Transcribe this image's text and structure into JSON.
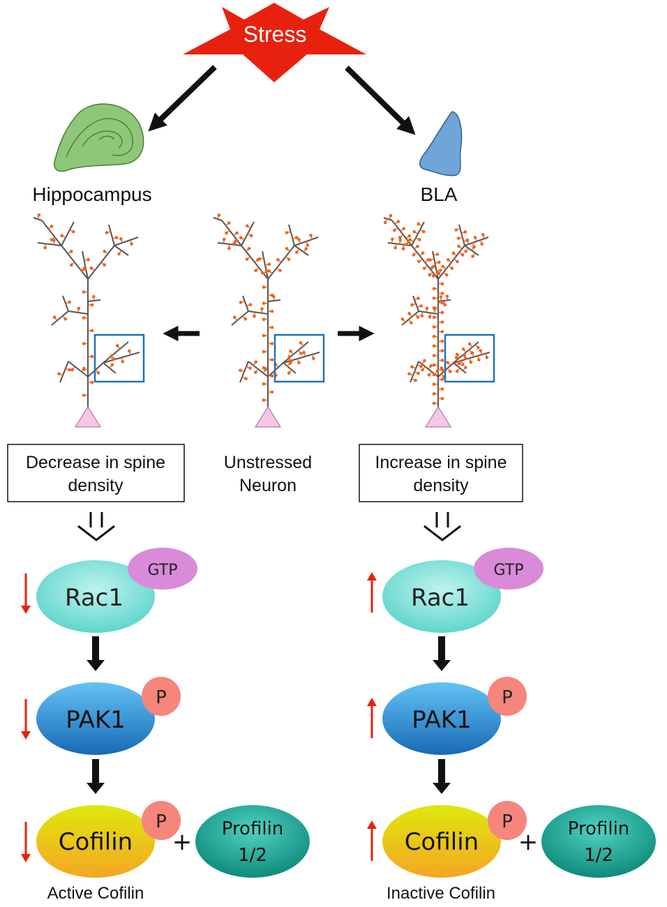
{
  "stress": {
    "label": "Stress",
    "color": "#e8210f"
  },
  "regions": {
    "left": {
      "label": "Hippocampus",
      "color": "#8fc77a"
    },
    "right": {
      "label": "BLA",
      "color": "#6fa5d8"
    }
  },
  "neurons": {
    "center_label_line1": "Unstressed",
    "center_label_line2": "Neuron",
    "spine_color": "#f0641e",
    "soma_color": "#f6c6e6",
    "box_color": "#1f73b7"
  },
  "boxes": {
    "left_line1": "Decrease in spine",
    "left_line2": "density",
    "right_line1": "Increase in spine",
    "right_line2": "density"
  },
  "pathway": {
    "rac1": "Rac1",
    "gtp": "GTP",
    "pak1": "PAK1",
    "phospho": "P",
    "cofilin": "Cofilin",
    "plus": "+",
    "profilin_line1": "Profilin",
    "profilin_line2": "1/2",
    "left_caption": "Active Cofilin",
    "right_caption": "Inactive Cofilin",
    "left_direction": "down",
    "right_direction": "up",
    "indicator_color": "#e8210f"
  }
}
